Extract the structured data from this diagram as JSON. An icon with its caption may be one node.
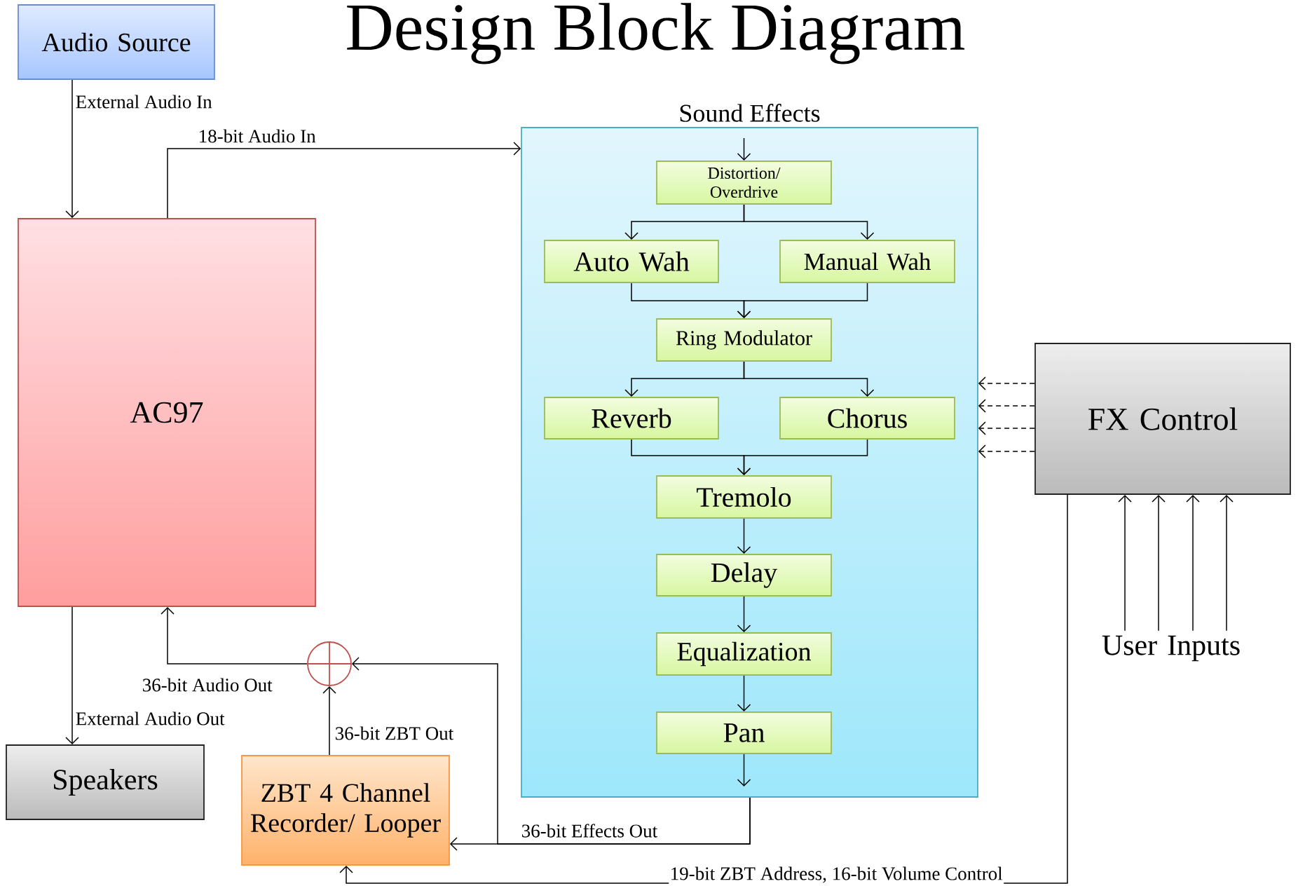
{
  "diagram": {
    "title": "Design Block Diagram",
    "nodes": [
      {
        "text": [
          "Audio Source"
        ]
      },
      {
        "text": [
          "AC97"
        ]
      },
      {
        "text": [
          "Sound Effects"
        ]
      },
      {
        "text": [
          "Distortion/ Overdrive"
        ],
        "in": 2
      },
      {
        "text": [
          "Auto Wah"
        ],
        "in": 2
      },
      {
        "text": [
          "Manual Wah"
        ],
        "in": 2
      },
      {
        "text": [
          "Ring Modulator"
        ],
        "in": 2
      },
      {
        "text": [
          "Reverb"
        ],
        "in": 2
      },
      {
        "text": [
          "Chorus"
        ],
        "in": 2
      },
      {
        "text": [
          "Tremolo"
        ],
        "in": 2
      },
      {
        "text": [
          "Delay"
        ],
        "in": 2
      },
      {
        "text": [
          "Equalization"
        ],
        "in": 2
      },
      {
        "text": [
          "Pan"
        ],
        "in": 2
      },
      {
        "text": [
          "FX Control"
        ]
      },
      {
        "text": [
          "Speakers"
        ]
      },
      {
        "text": [
          "ZBT 4 Channel Recorder/ Looper"
        ]
      },
      {
        "text": [],
        "shape": "circle"
      },
      {
        "text": [
          "User Inputs"
        ]
      }
    ],
    "edges": [
      {
        "from": 0,
        "to": 1,
        "arrow": "to",
        "label": "External Audio In"
      },
      {
        "from": 1,
        "to": 2,
        "arrow": "to",
        "label": "18-bit Audio In"
      },
      {
        "from": null,
        "to": 3,
        "arrow": "to"
      },
      {
        "from": 3,
        "to": 4,
        "arrow": "to"
      },
      {
        "from": 3,
        "to": 5,
        "arrow": "to"
      },
      {
        "from": 4,
        "to": 6,
        "arrow": "to"
      },
      {
        "from": 5,
        "to": 6,
        "arrow": "to"
      },
      {
        "from": 6,
        "to": 7,
        "arrow": "to"
      },
      {
        "from": 6,
        "to": 8,
        "arrow": "to"
      },
      {
        "from": 7,
        "to": 9,
        "arrow": "to"
      },
      {
        "from": 8,
        "to": 9,
        "arrow": "to"
      },
      {
        "from": 9,
        "to": 10,
        "arrow": "to"
      },
      {
        "from": 10,
        "to": 11,
        "arrow": "to"
      },
      {
        "from": 11,
        "to": 12,
        "arrow": "to"
      },
      {
        "from": 12,
        "to": null,
        "arrow": "to"
      },
      {
        "from": 2,
        "to": 15,
        "arrow": "to",
        "label": "36-bit Effects Out"
      },
      {
        "from": 2,
        "to": 16,
        "arrow": "to"
      },
      {
        "from": 15,
        "to": 16,
        "arrow": "to",
        "label": "36-bit ZBT Out"
      },
      {
        "from": 16,
        "to": 1,
        "arrow": "to",
        "label": "36-bit Audio Out"
      },
      {
        "from": 1,
        "to": 14,
        "arrow": "to",
        "label": "External Audio Out"
      },
      {
        "from": 13,
        "to": 2,
        "arrow": "to",
        "style": "dashed"
      },
      {
        "from": 13,
        "to": 2,
        "arrow": "to",
        "style": "dashed"
      },
      {
        "from": 13,
        "to": 2,
        "arrow": "to",
        "style": "dashed"
      },
      {
        "from": 13,
        "to": 2,
        "arrow": "to",
        "style": "dashed"
      },
      {
        "from": 13,
        "to": 15,
        "arrow": "to",
        "label": "19-bit ZBT Address, 16-bit Volume Control"
      },
      {
        "from": 17,
        "to": 13,
        "arrow": "to"
      },
      {
        "from": 17,
        "to": 13,
        "arrow": "to"
      },
      {
        "from": 17,
        "to": 13,
        "arrow": "to"
      },
      {
        "from": 17,
        "to": 13,
        "arrow": "to"
      }
    ]
  }
}
